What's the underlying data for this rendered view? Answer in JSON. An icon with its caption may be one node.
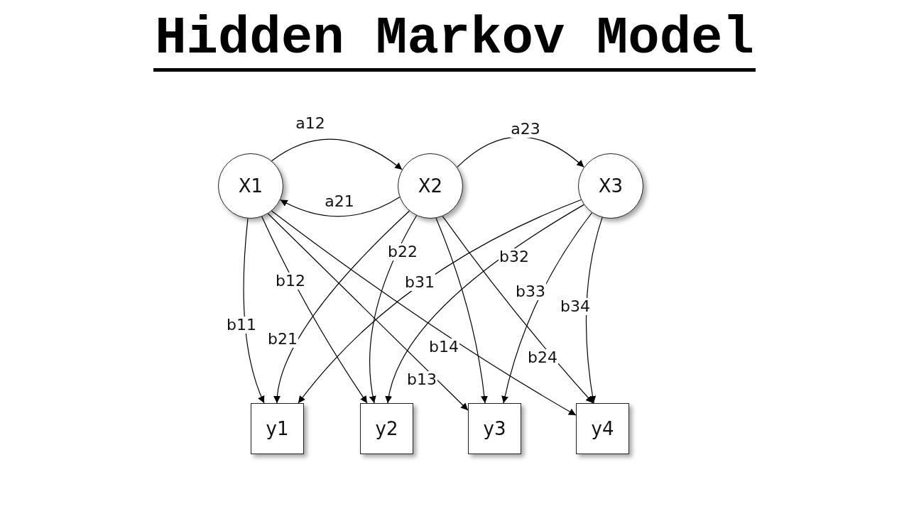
{
  "diagram": {
    "title": "Hidden Markov Model",
    "nodes": [
      {
        "text": [
          "X1"
        ]
      },
      {
        "text": [
          "X2"
        ]
      },
      {
        "text": [
          "X3"
        ]
      },
      {
        "text": [
          "y1"
        ]
      },
      {
        "text": [
          "y2"
        ]
      },
      {
        "text": [
          "y3"
        ]
      },
      {
        "text": [
          "y4"
        ]
      }
    ],
    "edges": [
      {
        "from": 0,
        "to": 1,
        "arrow": "to",
        "label": "a12"
      },
      {
        "from": 1,
        "to": 0,
        "arrow": "to",
        "label": "a21"
      },
      {
        "from": 1,
        "to": 2,
        "arrow": "to",
        "label": "a23"
      },
      {
        "from": 0,
        "to": 3,
        "arrow": "to",
        "label": "b11"
      },
      {
        "from": 0,
        "to": 4,
        "arrow": "to",
        "label": "b12"
      },
      {
        "from": 0,
        "to": 5,
        "arrow": "to",
        "label": "b13"
      },
      {
        "from": 0,
        "to": 6,
        "arrow": "to",
        "label": "b14"
      },
      {
        "from": 1,
        "to": 3,
        "arrow": "to",
        "label": "b21"
      },
      {
        "from": 1,
        "to": 4,
        "arrow": "to",
        "label": "b22"
      },
      {
        "from": 1,
        "to": 5,
        "arrow": "to"
      },
      {
        "from": 1,
        "to": 6,
        "arrow": "to",
        "label": "b24"
      },
      {
        "from": 2,
        "to": 3,
        "arrow": "to",
        "label": "b31"
      },
      {
        "from": 2,
        "to": 4,
        "arrow": "to",
        "label": "b32"
      },
      {
        "from": 2,
        "to": 5,
        "arrow": "to",
        "label": "b33"
      },
      {
        "from": 2,
        "to": 6,
        "arrow": "to",
        "label": "b34"
      }
    ]
  }
}
